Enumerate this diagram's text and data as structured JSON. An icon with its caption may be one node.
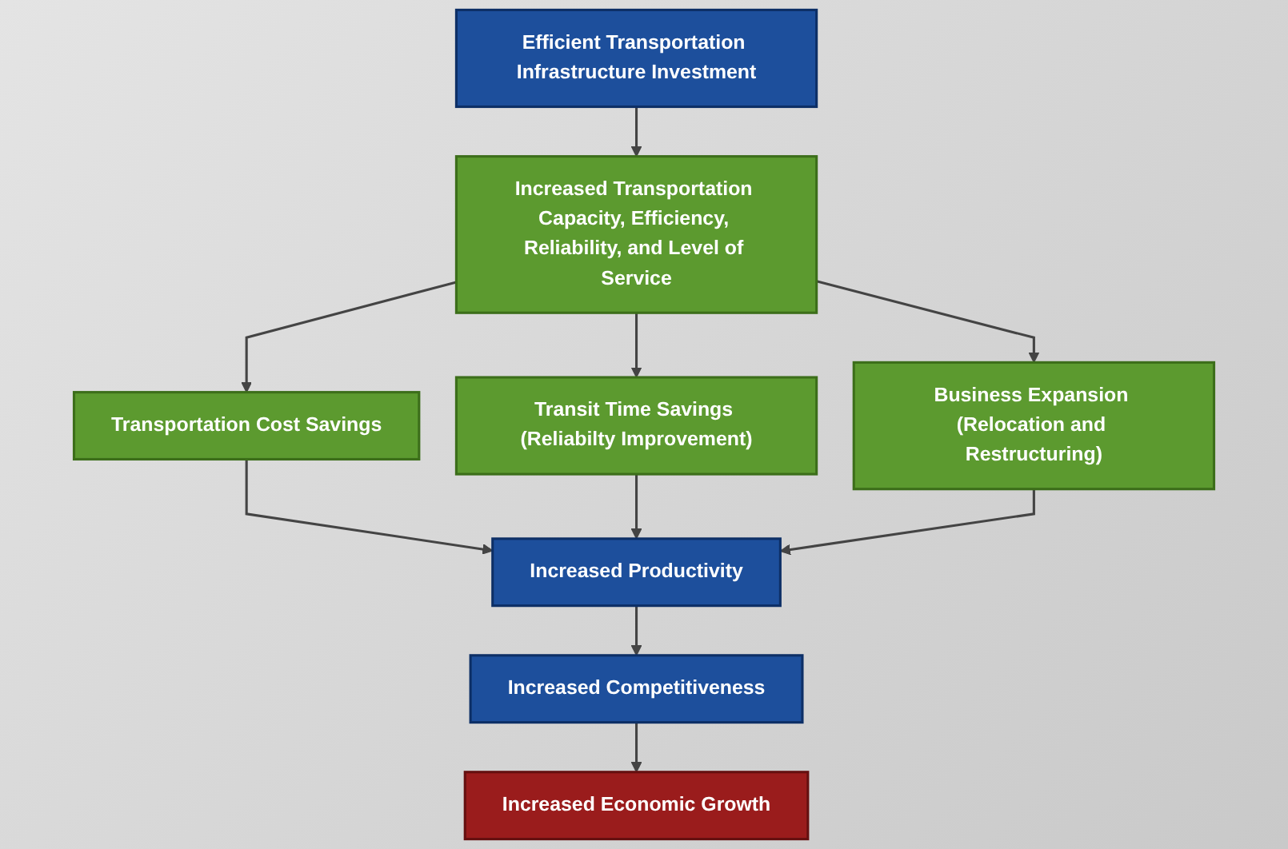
{
  "diagram": {
    "nodes": [
      {
        "text": [
          "Efficient Transportation Infrastructure Investment"
        ]
      },
      {
        "text": [
          "Increased Transportation Capacity, Efficiency, Reliability, and Level of Service"
        ]
      },
      {
        "text": [
          "Transportation Cost Savings"
        ]
      },
      {
        "text": [
          "Transit Time Savings (Reliabilty Improvement)"
        ]
      },
      {
        "text": [
          "Business Expansion (Relocation and Restructuring)"
        ]
      },
      {
        "text": [
          "Increased Productivity"
        ]
      },
      {
        "text": [
          "Increased Competitiveness"
        ]
      },
      {
        "text": [
          "Increased Economic Growth"
        ]
      }
    ],
    "edges": [
      {
        "from": 0,
        "to": 1,
        "arrow": "to"
      },
      {
        "from": 1,
        "to": 2,
        "arrow": "to"
      },
      {
        "from": 1,
        "to": 3,
        "arrow": "to"
      },
      {
        "from": 1,
        "to": 4,
        "arrow": "to"
      },
      {
        "from": 2,
        "to": 5,
        "arrow": "to"
      },
      {
        "from": 3,
        "to": 5,
        "arrow": "to"
      },
      {
        "from": 4,
        "to": 5,
        "arrow": "to"
      },
      {
        "from": 5,
        "to": 6,
        "arrow": "to"
      },
      {
        "from": 6,
        "to": 7,
        "arrow": "to"
      }
    ]
  }
}
